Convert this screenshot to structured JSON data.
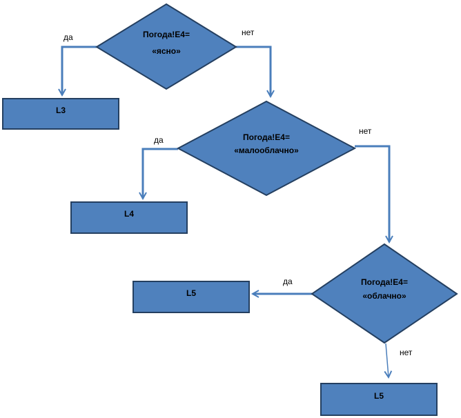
{
  "diagram": {
    "decisions": [
      {
        "id": "d1",
        "line1": "Погода!E4=",
        "line2": "«ясно»"
      },
      {
        "id": "d2",
        "line1": "Погода!E4=",
        "line2": "«малооблачно»"
      },
      {
        "id": "d3",
        "line1": "Погода!E4=",
        "line2": "«облачно»"
      }
    ],
    "boxes": [
      {
        "id": "b1",
        "label": "L3"
      },
      {
        "id": "b2",
        "label": "L4"
      },
      {
        "id": "b3",
        "label": "L5"
      },
      {
        "id": "b4",
        "label": "L5"
      }
    ],
    "edge_labels": {
      "d1_yes": "да",
      "d1_no": "нет",
      "d2_yes": "да",
      "d2_no": "нет",
      "d3_yes": "да",
      "d3_no": "нет"
    },
    "colors": {
      "shape_fill": "#4f81bd",
      "shape_stroke": "#243f60",
      "connector": "#4a7ebb"
    }
  }
}
